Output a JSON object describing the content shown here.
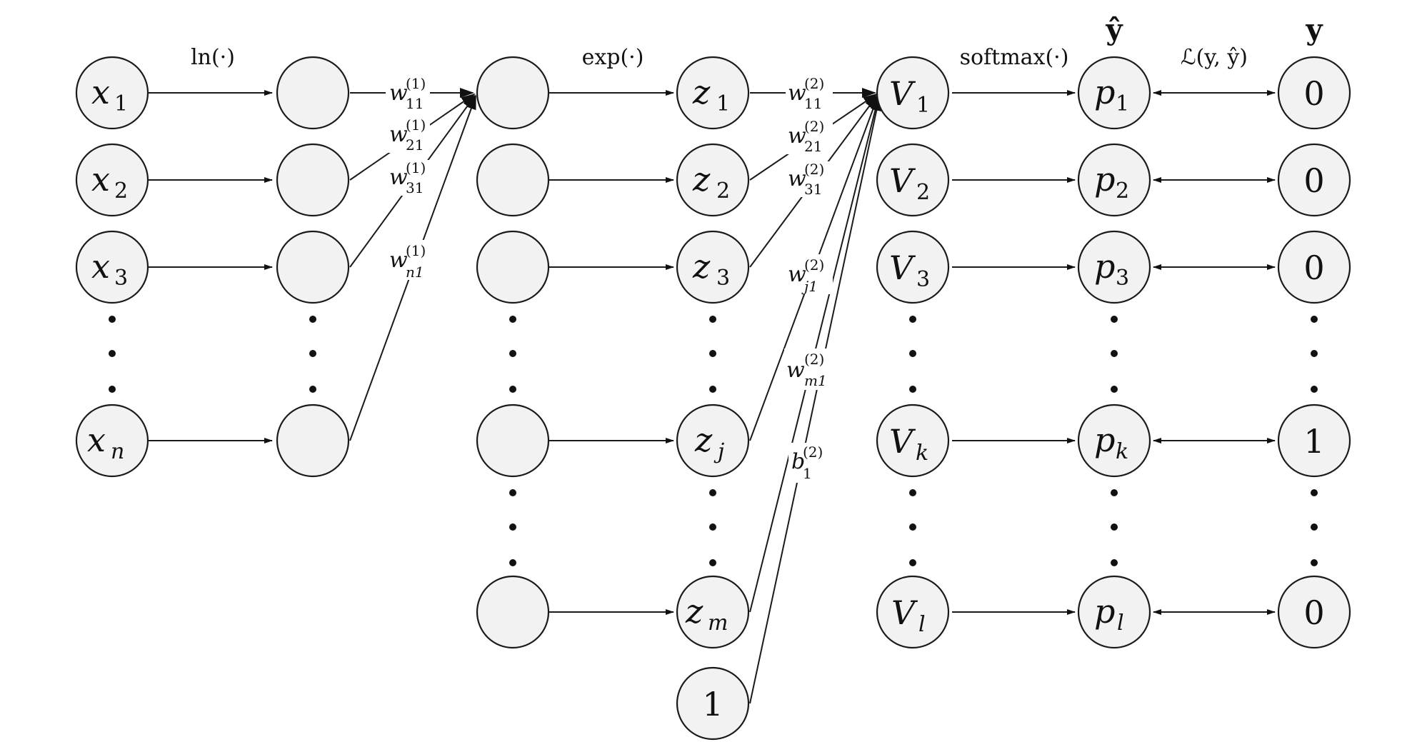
{
  "top_labels": {
    "ln": "ln(·)",
    "exp": "exp(·)",
    "softmax": "softmax(·)",
    "loss": "ℒ(y, ŷ)",
    "y_hat": "ŷ",
    "y": "y"
  },
  "input_nodes": [
    {
      "base": "x",
      "sub": "1"
    },
    {
      "base": "x",
      "sub": "2"
    },
    {
      "base": "x",
      "sub": "3"
    },
    {
      "base": "x",
      "sub": "n"
    }
  ],
  "z_nodes": [
    {
      "base": "z",
      "sub": "1"
    },
    {
      "base": "z",
      "sub": "2"
    },
    {
      "base": "z",
      "sub": "3"
    },
    {
      "base": "z",
      "sub": "j"
    },
    {
      "base": "z",
      "sub": "m"
    }
  ],
  "bias_node": "1",
  "v_nodes": [
    {
      "base": "V",
      "sub": "1"
    },
    {
      "base": "V",
      "sub": "2"
    },
    {
      "base": "V",
      "sub": "3"
    },
    {
      "base": "V",
      "sub": "k"
    },
    {
      "base": "V",
      "sub": "l"
    }
  ],
  "p_nodes": [
    {
      "base": "p",
      "sub": "1"
    },
    {
      "base": "p",
      "sub": "2"
    },
    {
      "base": "p",
      "sub": "3"
    },
    {
      "base": "p",
      "sub": "k"
    },
    {
      "base": "p",
      "sub": "l"
    }
  ],
  "y_nodes": [
    "0",
    "0",
    "0",
    "1",
    "0"
  ],
  "weights_layer1": [
    {
      "base": "w",
      "sup": "(1)",
      "sub": "11"
    },
    {
      "base": "w",
      "sup": "(1)",
      "sub": "21"
    },
    {
      "base": "w",
      "sup": "(1)",
      "sub": "31"
    },
    {
      "base": "w",
      "sup": "(1)",
      "sub": "n1"
    }
  ],
  "weights_layer2": [
    {
      "base": "w",
      "sup": "(2)",
      "sub": "11"
    },
    {
      "base": "w",
      "sup": "(2)",
      "sub": "21"
    },
    {
      "base": "w",
      "sup": "(2)",
      "sub": "31"
    },
    {
      "base": "w",
      "sup": "(2)",
      "sub": "j1"
    },
    {
      "base": "w",
      "sup": "(2)",
      "sub": "m1"
    },
    {
      "base": "b",
      "sup": "(2)",
      "sub": "1"
    }
  ]
}
